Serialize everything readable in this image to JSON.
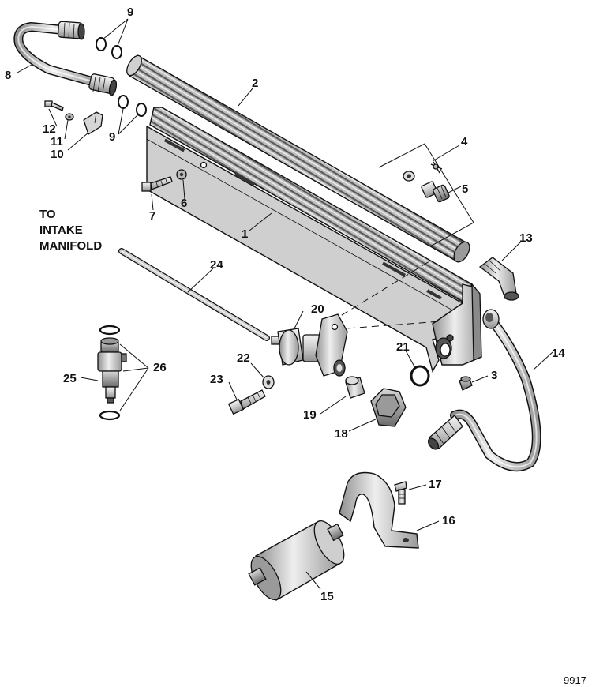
{
  "diagram": {
    "note_lines": [
      "TO",
      "INTAKE",
      "MANIFOLD"
    ],
    "figure_number": "9917",
    "callouts": {
      "c1": "1",
      "c2": "2",
      "c3": "3",
      "c4": "4",
      "c5": "5",
      "c6": "6",
      "c7": "7",
      "c8": "8",
      "c9a": "9",
      "c9b": "9",
      "c10": "10",
      "c11": "11",
      "c12": "12",
      "c13": "13",
      "c14": "14",
      "c15": "15",
      "c16": "16",
      "c17": "17",
      "c18": "18",
      "c19": "19",
      "c20": "20",
      "c21": "21",
      "c22": "22",
      "c23": "23",
      "c24": "24",
      "c25": "25",
      "c26": "26"
    }
  }
}
